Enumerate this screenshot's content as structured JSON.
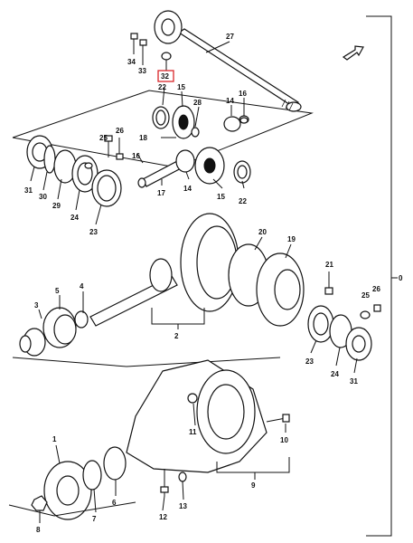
{
  "labels": {
    "p1": "1",
    "p2": "2",
    "p3": "3",
    "p4": "4",
    "p5": "5",
    "p6": "6",
    "p7": "7",
    "p8": "8",
    "p9": "9",
    "p10": "10",
    "p12": "12",
    "p13": "13",
    "p14a": "14",
    "p14b": "14",
    "p15a": "15",
    "p15b": "15",
    "p16": "16",
    "p17": "17",
    "p18": "18",
    "p19": "19",
    "p20": "20",
    "p21": "21",
    "p22a": "22",
    "p22b": "22",
    "p23a": "23",
    "p23b": "23",
    "p24a": "24",
    "p24b": "24",
    "p25a": "25",
    "p25b": "25",
    "p26a": "26",
    "p26b": "26",
    "p27": "27",
    "p28": "28",
    "p29": "29",
    "p30": "30",
    "p31a": "31",
    "p31b": "31",
    "p32": "32",
    "p33": "33",
    "p34": "34",
    "p0": "0"
  },
  "highlight_color": "#d9252a"
}
